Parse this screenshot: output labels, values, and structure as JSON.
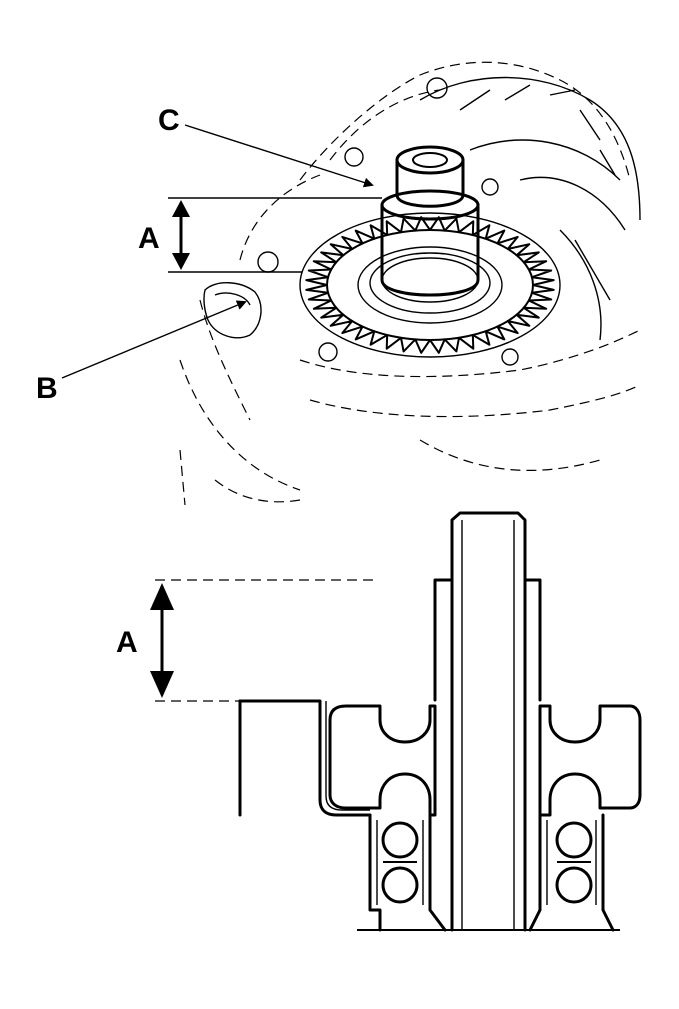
{
  "labels": {
    "top_c": "C",
    "top_a": "A",
    "top_b": "B",
    "bottom_a": "A"
  }
}
